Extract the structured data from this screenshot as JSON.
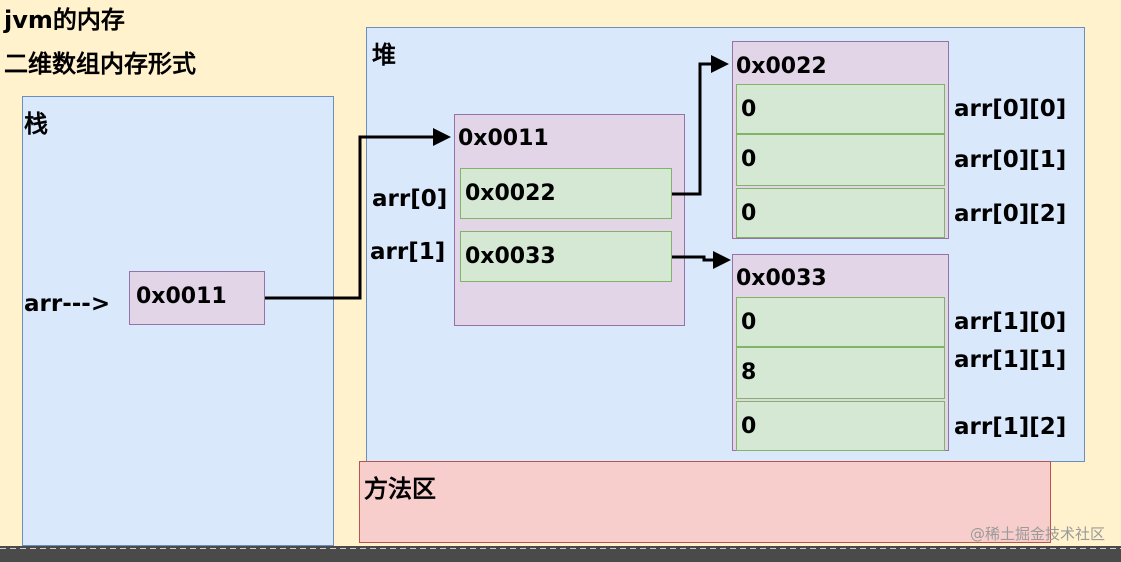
{
  "title_line1": "jvm的内存",
  "title_line2": "二维数组内存形式",
  "stack": {
    "label": "栈",
    "var_label": "arr--->",
    "ref_value": "0x0011"
  },
  "heap": {
    "label": "堆",
    "outer_array": {
      "address": "0x0011",
      "items": [
        {
          "label": "arr[0]",
          "value": "0x0022"
        },
        {
          "label": "arr[1]",
          "value": "0x0033"
        }
      ]
    },
    "inner_array_0": {
      "address": "0x0022",
      "items": [
        {
          "value": "0",
          "label": "arr[0][0]"
        },
        {
          "value": "0",
          "label": "arr[0][1]"
        },
        {
          "value": "0",
          "label": "arr[0][2]"
        }
      ]
    },
    "inner_array_1": {
      "address": "0x0033",
      "items": [
        {
          "value": "0",
          "label": "arr[1][0]"
        },
        {
          "value": "8",
          "label": "arr[1][1]"
        },
        {
          "value": "0",
          "label": "arr[1][2]"
        }
      ]
    }
  },
  "method_area": {
    "label": "方法区"
  },
  "watermark": "@稀土掘金技术社区",
  "colors": {
    "background": "#fff2cc",
    "region_blue": "#dae8fc",
    "cell_purple": "#e1d5e7",
    "cell_green": "#d5e8d4",
    "method_area_pink": "#f8cecc"
  }
}
